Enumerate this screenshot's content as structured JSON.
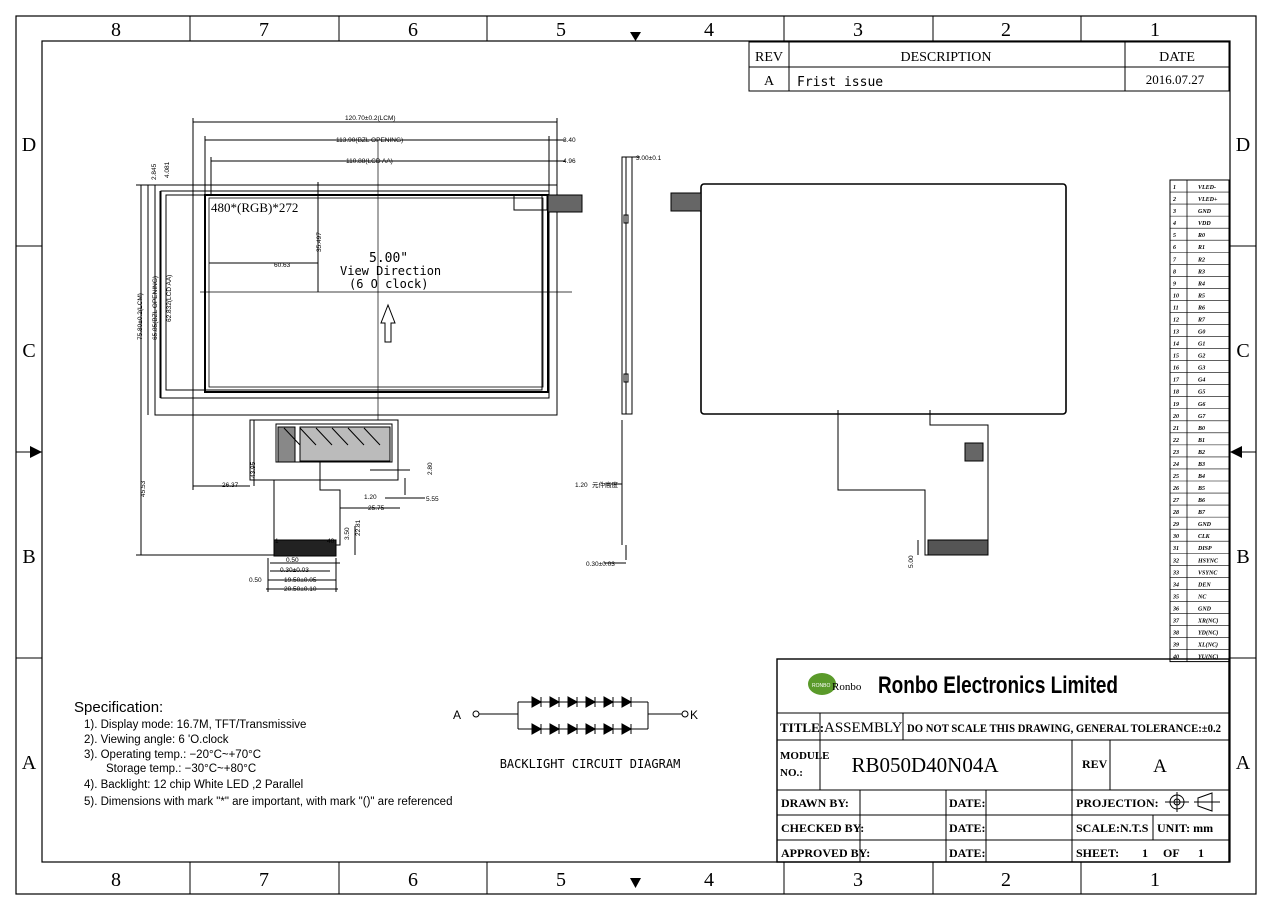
{
  "frame": {
    "columns": [
      "8",
      "7",
      "6",
      "5",
      "4",
      "3",
      "2",
      "1"
    ],
    "rows": [
      "D",
      "C",
      "B",
      "A"
    ]
  },
  "revision": {
    "headers": {
      "rev": "REV",
      "description": "DESCRIPTION",
      "date": "DATE"
    },
    "rows": [
      {
        "rev": "A",
        "description": "Frist issue",
        "date": "2016.07.27"
      }
    ]
  },
  "front_view": {
    "resolution": "480*(RGB)*272",
    "size": "5.00\"",
    "view_direction": "View Direction",
    "clock": "(6 O clock)",
    "dims": {
      "lcm_width": "120.70±0.2(LCM)",
      "bzl_width": "113.90(BZL OPENING)",
      "aa_width": "110.88(LCD AA)",
      "d340": "3.40",
      "d496": "4.96",
      "d2845": "2.845",
      "d4081": "4.081",
      "lcm_height": "75.80±0.2(LCM)",
      "bzl_height": "65.85(BZL OPENING)",
      "aa_height": "62.832(LCD AA)",
      "d35497": "35.497",
      "d6063": "60.63",
      "d2637": "26.37",
      "d4395": "43.95",
      "d4553": "45.53",
      "d280": "2.80",
      "d120": "1.20",
      "d555": "5.55",
      "d2575": "25.75",
      "d350": "3.50",
      "d2281": "22.81",
      "d050a": "0.50",
      "d030": "0.30±0.03",
      "d050b": "0.50",
      "d1950": "19.50±0.05",
      "d2050": "20.50±0.10",
      "pin1": "1",
      "pin40": "40"
    }
  },
  "side_view": {
    "thickness": "3.00±0.1",
    "d120": "1.20",
    "d120_note": "元件高度",
    "d030": "0.30±0.03"
  },
  "back_view": {
    "d500": "5.00"
  },
  "pins": [
    "VLED-",
    "VLED+",
    "GND",
    "VDD",
    "R0",
    "R1",
    "R2",
    "R3",
    "R4",
    "R5",
    "R6",
    "R7",
    "G0",
    "G1",
    "G2",
    "G3",
    "G4",
    "G5",
    "G6",
    "G7",
    "B0",
    "B1",
    "B2",
    "B3",
    "B4",
    "B5",
    "B6",
    "B7",
    "GND",
    "CLK",
    "DISP",
    "HSYNC",
    "VSYNC",
    "DEN",
    "NC",
    "GND",
    "XR(NC)",
    "YD(NC)",
    "XL(NC)",
    "YU(NC)"
  ],
  "specification": {
    "title": "Specification:",
    "lines": [
      "1). Display mode: 16.7M, TFT/Transmissive",
      "2). Viewing angle: 6 'O.clock",
      "3). Operating temp.: −20°C~+70°C",
      "Storage temp.: −30°C~+80°C",
      "4). Backlight: 12 chip White LED ,2 Parallel",
      "5). Dimensions with mark \"*\" are important, with mark \"()\" are referenced"
    ]
  },
  "backlight": {
    "anode": "A",
    "cathode": "K",
    "caption": "BACKLIGHT CIRCUIT DIAGRAM"
  },
  "title_block": {
    "logo_text": "Ronbo",
    "logo_badge": "RONBO",
    "company": "Ronbo Electronics Limited",
    "title_label": "TITLE:",
    "title_value": "ASSEMBLY",
    "tolerance": "DO NOT SCALE THIS DRAWING, GENERAL TOLERANCE:±0.2",
    "module_label_1": "MODULE",
    "module_label_2": "NO.:",
    "module_no": "RB050D40N04A",
    "rev_label": "REV",
    "rev_value": "A",
    "drawn_by": "DRAWN BY:",
    "checked_by": "CHECKED BY:",
    "approved_by": "APPROVED BY:",
    "date_label": "DATE:",
    "projection": "PROJECTION:",
    "scale": "SCALE:N.T.S",
    "unit": "UNIT: mm",
    "sheet": "SHEET:",
    "sheet_no": "1",
    "of": "OF",
    "sheet_total": "1"
  }
}
